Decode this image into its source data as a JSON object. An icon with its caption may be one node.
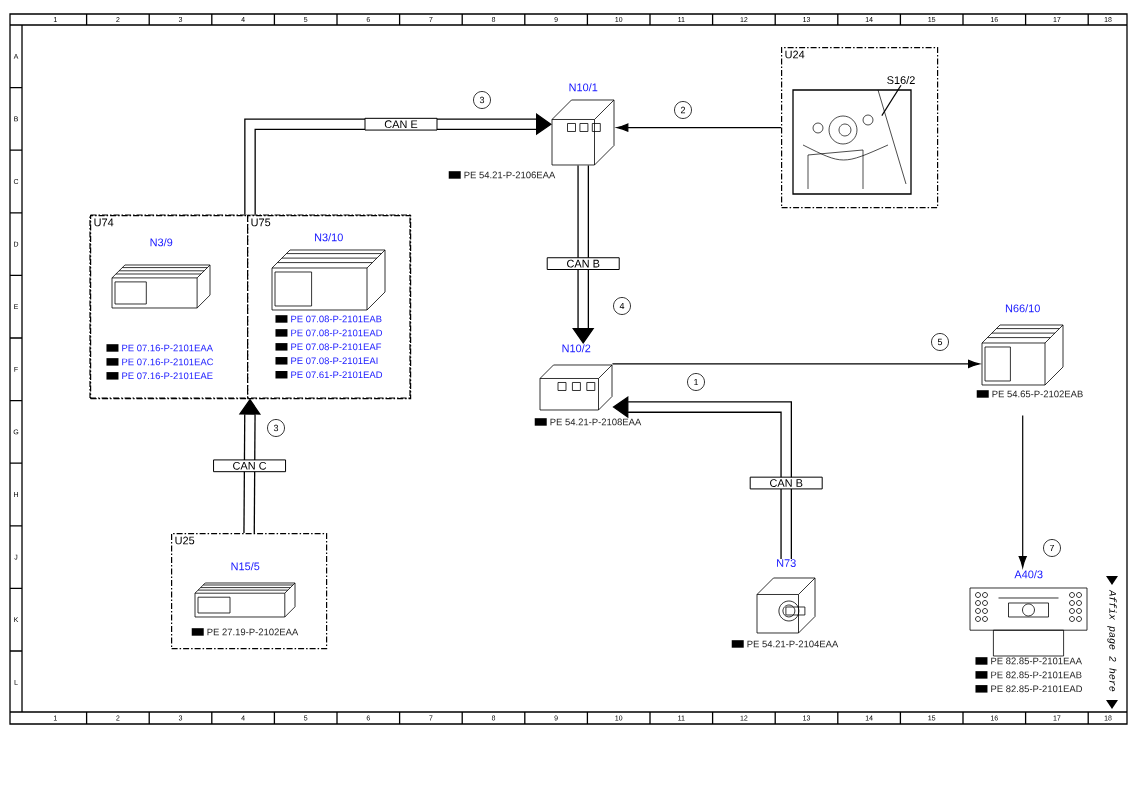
{
  "diagram": {
    "nodes": [
      {
        "text": [],
        "shape": "box"
      },
      {
        "text": [
          "U74"
        ],
        "in": 0
      },
      {
        "text": [
          "N3/9"
        ],
        "in": 1,
        "beside": [
          "PE 07.16-P-2101EAA",
          "PE 07.16-P-2101EAC",
          "PE 07.16-P-2101EAE"
        ]
      },
      {
        "text": [
          "U75"
        ],
        "in": 0
      },
      {
        "text": [
          "N3/10"
        ],
        "in": 3,
        "beside": [
          "PE 07.08-P-2101EAB",
          "PE 07.08-P-2101EAD",
          "PE 07.08-P-2101EAF",
          "PE 07.08-P-2101EAI",
          "PE 07.61-P-2101EAD"
        ]
      },
      {
        "text": [
          "N10/1"
        ],
        "beside": [
          "PE 54.21-P-2106EAA"
        ]
      },
      {
        "text": [
          "U24"
        ]
      },
      {
        "text": [
          "S16/2"
        ],
        "in": 6
      },
      {
        "text": [],
        "shape": "picture",
        "in": 6
      },
      {
        "text": [
          "N10/2"
        ],
        "beside": [
          "PE 54.21-P-2108EAA"
        ]
      },
      {
        "text": [
          "N66/10"
        ],
        "beside": [
          "PE 54.65-P-2102EAB"
        ]
      },
      {
        "text": [
          "U25"
        ]
      },
      {
        "text": [
          "N15/5"
        ],
        "in": 11,
        "beside": [
          "PE 27.19-P-2102EAA"
        ]
      },
      {
        "text": [
          "N73"
        ],
        "beside": [
          "PE 54.21-P-2104EAA"
        ]
      },
      {
        "text": [
          "A40/3"
        ],
        "beside": [
          "PE 82.85-P-2101EAA",
          "PE 82.85-P-2101EAB",
          "PE 82.85-P-2101EAD"
        ]
      }
    ],
    "edges": [
      {
        "from": 0,
        "to": 5,
        "arrow": "to",
        "label": "CAN E",
        "style": "thick"
      },
      {
        "from": 6,
        "to": 5,
        "arrow": "to"
      },
      {
        "from": 5,
        "to": 9,
        "arrow": "to",
        "label": "CAN B",
        "style": "thick"
      },
      {
        "from": 9,
        "to": 10,
        "arrow": "to"
      },
      {
        "from": 13,
        "to": 9,
        "arrow": "to",
        "label": "CAN B",
        "style": "thick"
      },
      {
        "from": 10,
        "to": 14,
        "arrow": "to"
      },
      {
        "from": 11,
        "to": 0,
        "arrow": "to",
        "label": "CAN C",
        "style": "thick"
      },
      {
        "from": 7,
        "to": 8,
        "arrow": "none"
      }
    ],
    "labels": [
      "1",
      "2",
      "3",
      "4",
      "5",
      "6",
      "7",
      "8",
      "9",
      "10",
      "11",
      "12",
      "13",
      "14",
      "15",
      "16",
      "17",
      "18",
      "1",
      "2",
      "3",
      "4",
      "5",
      "6",
      "7",
      "8",
      "9",
      "10",
      "11",
      "12",
      "13",
      "14",
      "15",
      "16",
      "17",
      "18",
      "A",
      "B",
      "C",
      "D",
      "E",
      "F",
      "G",
      "H",
      "J",
      "K",
      "L",
      "3",
      "2",
      "4",
      "5",
      "1",
      "3",
      "7",
      "Affix page 2 here"
    ]
  }
}
